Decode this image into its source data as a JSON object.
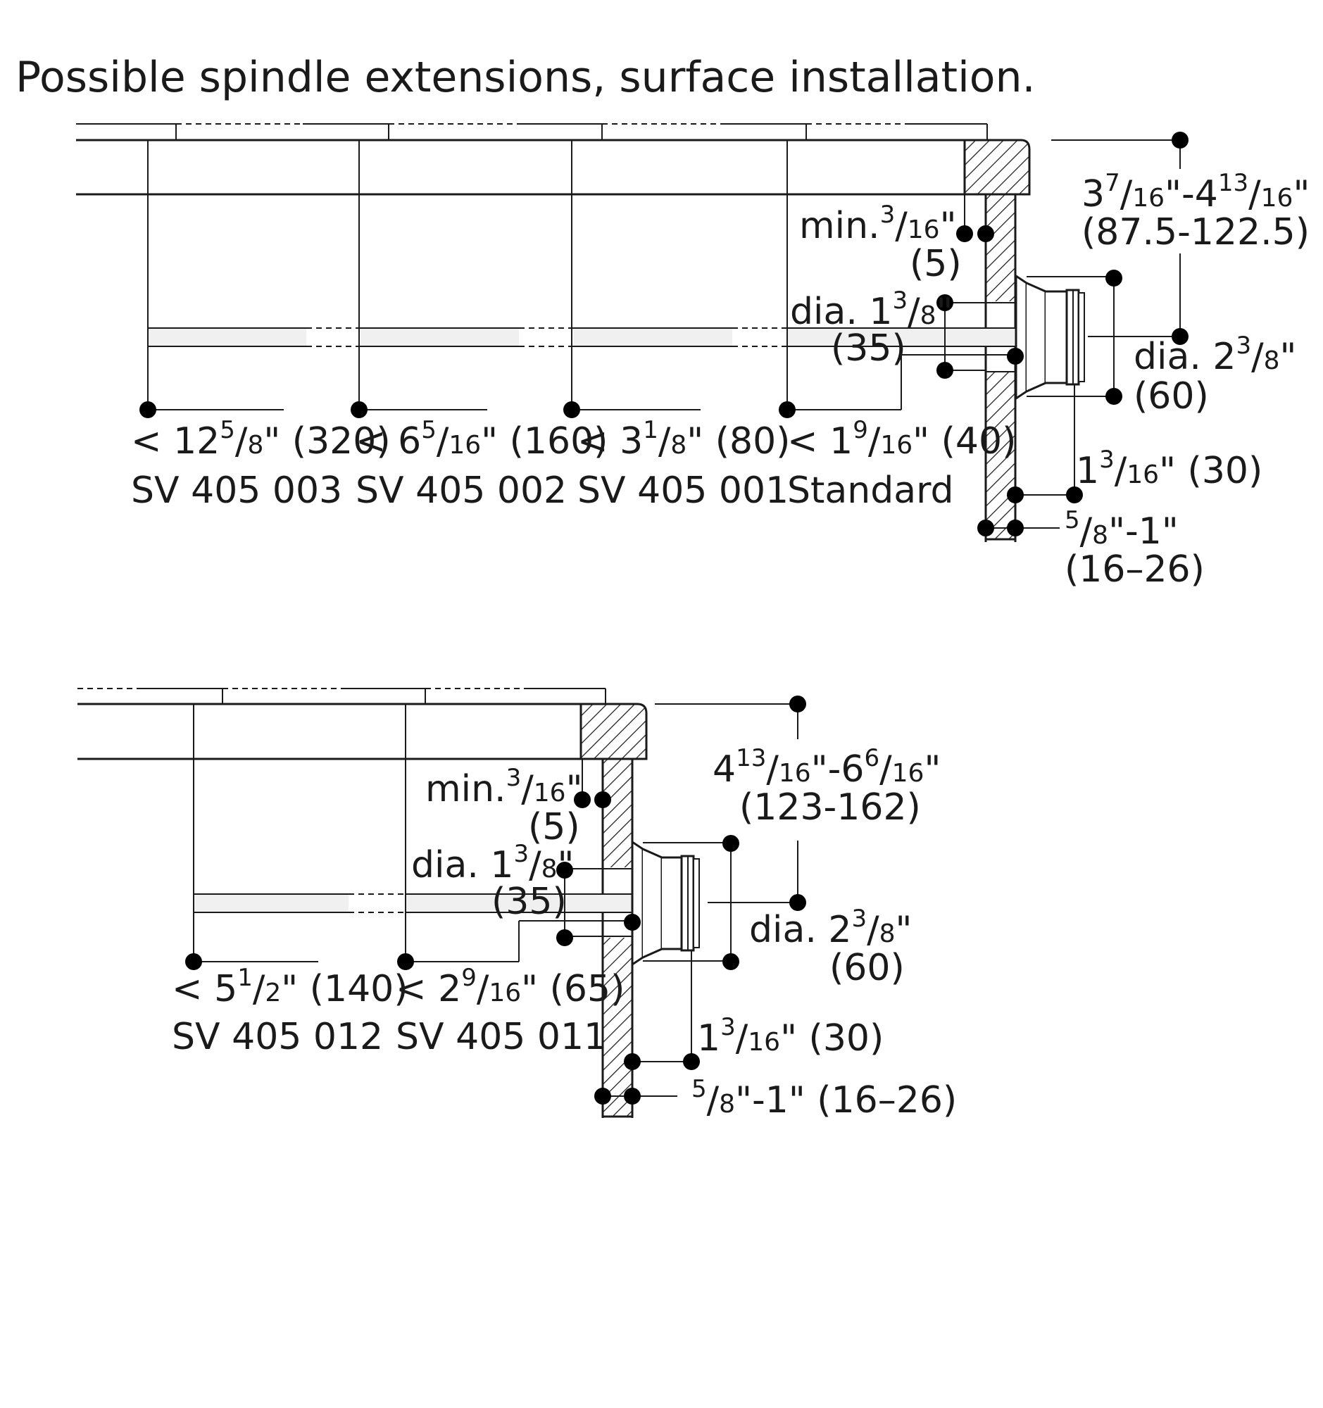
{
  "title": "Possible spindle extensions, surface installation.",
  "colors": {
    "line": "#1a1a1a",
    "shaft": "#f0f0f0",
    "background": "#ffffff"
  },
  "top": {
    "extensions": [
      {
        "length_whole": "< 12",
        "length_num": "5",
        "length_den": "8",
        "length_mm": "\" (320)",
        "model": "SV 405 003"
      },
      {
        "length_whole": "< 6",
        "length_num": "5",
        "length_den": "16",
        "length_mm": "\" (160)",
        "model": "SV 405 002"
      },
      {
        "length_whole": "< 3",
        "length_num": "1",
        "length_den": "8",
        "length_mm": "\" (80)",
        "model": "SV 405 001"
      },
      {
        "length_whole": "< 1",
        "length_num": "9",
        "length_den": "16",
        "length_mm": "\" (40)",
        "model": "Standard"
      }
    ],
    "min": {
      "prefix": "min.",
      "num": "3",
      "den": "16",
      "unit": "\"",
      "mm": "(5)"
    },
    "shaft_dia": {
      "prefix": "dia. 1",
      "num": "3",
      "den": "8",
      "unit": "\"",
      "mm": "(35)"
    },
    "range": {
      "a_whole": "3",
      "a_num": "7",
      "a_den": "16",
      "sep": "\"-4",
      "b_num": "13",
      "b_den": "16",
      "unit": "\"",
      "mm": "(87.5-122.5)"
    },
    "knob_dia": {
      "prefix": "dia. 2",
      "num": "3",
      "den": "8",
      "unit": "\"",
      "mm": "(60)"
    },
    "knob_depth": {
      "whole": "1",
      "num": "3",
      "den": "16",
      "rest": "\" (30)"
    },
    "panel": {
      "num": "5",
      "den": "8",
      "rest": "\"-1\"",
      "mm": "(16–26)"
    }
  },
  "bottom": {
    "extensions": [
      {
        "length_whole": "< 5",
        "length_num": "1",
        "length_den": "2",
        "length_mm": "\" (140)",
        "model": "SV 405 012"
      },
      {
        "length_whole": "< 2",
        "length_num": "9",
        "length_den": "16",
        "length_mm": "\" (65)",
        "model": "SV 405 011"
      }
    ],
    "min": {
      "prefix": "min.",
      "num": "3",
      "den": "16",
      "unit": "\"",
      "mm": "(5)"
    },
    "shaft_dia": {
      "prefix": "dia. 1",
      "num": "3",
      "den": "8",
      "unit": "\"",
      "mm": "(35)"
    },
    "range": {
      "a_whole": "4",
      "a_num": "13",
      "a_den": "16",
      "sep": "\"-6",
      "b_num": "6",
      "b_den": "16",
      "unit": "\"",
      "mm": "(123-162)"
    },
    "knob_dia": {
      "prefix": "dia. 2",
      "num": "3",
      "den": "8",
      "unit": "\"",
      "mm": "(60)"
    },
    "knob_depth": {
      "whole": "1",
      "num": "3",
      "den": "16",
      "rest": "\" (30)"
    },
    "panel": {
      "num": "5",
      "den": "8",
      "rest": "\"-1\" (16–26)"
    }
  }
}
